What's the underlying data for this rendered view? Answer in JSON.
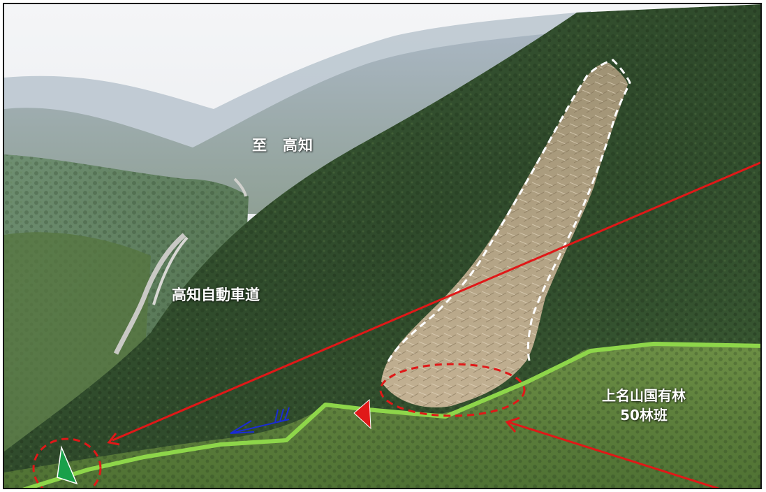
{
  "labels": {
    "direction": "至　高知",
    "expressway": "高知自動車道",
    "forest_line1": "上名山国有林",
    "forest_line2": "50林班"
  },
  "colors": {
    "sky": "#eef0f2",
    "forest_dark": "#2e4a2a",
    "forest_mid": "#4f6b3e",
    "forest_light": "#7fa050",
    "scar": "#b9a88c",
    "green_line": "#8ed64a",
    "red_line": "#e01818",
    "white_outline": "#ffffff",
    "blue_symbol": "#1a2bd6",
    "green_marker": "#19a04a"
  },
  "icons": {
    "red_marker": "red-triangle-marker-icon",
    "green_marker": "green-triangle-marker-icon",
    "blue_symbol": "blue-strike-dip-symbol-icon"
  }
}
